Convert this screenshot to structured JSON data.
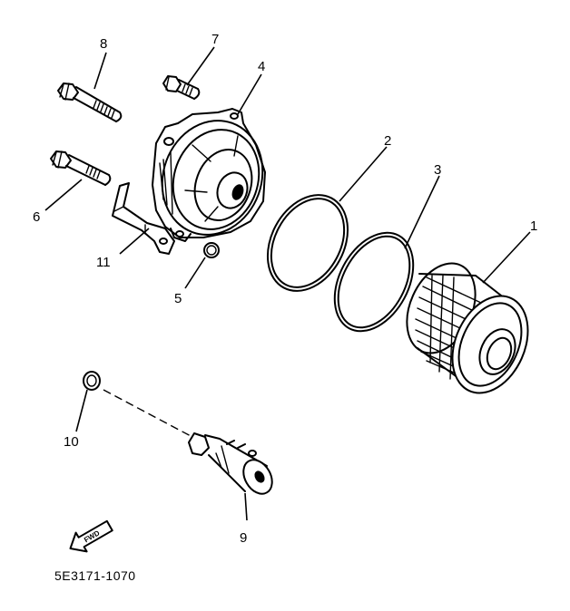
{
  "diagram": {
    "callouts": {
      "c1": "1",
      "c2": "2",
      "c3": "3",
      "c4": "4",
      "c5": "5",
      "c6": "6",
      "c7": "7",
      "c8": "8",
      "c9": "9",
      "c10": "10",
      "c11": "11"
    },
    "arrow_label": "FWD",
    "drawing_number": "5E3171-1070"
  }
}
